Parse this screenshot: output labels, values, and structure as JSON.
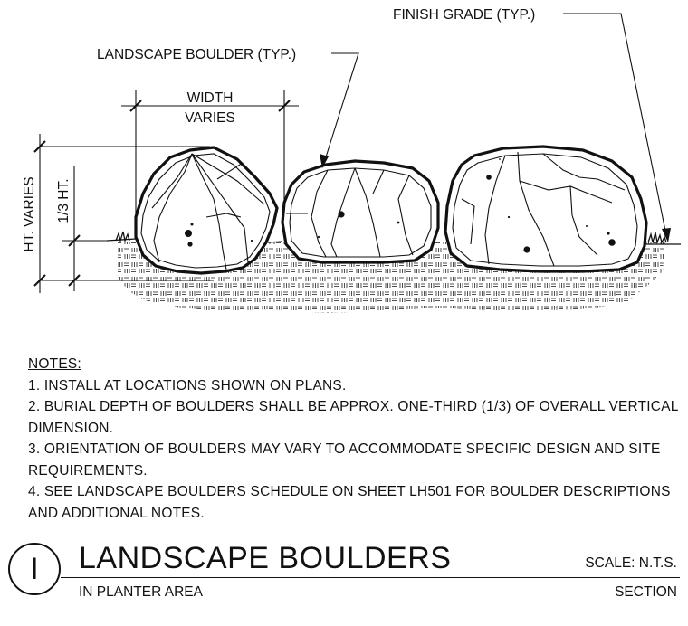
{
  "callouts": {
    "finish_grade": "FINISH GRADE (TYP.)",
    "boulder": "LANDSCAPE BOULDER (TYP.)",
    "width_line1": "WIDTH",
    "width_line2": "VARIES",
    "height": "HT. VARIES",
    "burial": "1/3 HT."
  },
  "notes": {
    "heading": "NOTES:",
    "items": [
      "1.  INSTALL AT LOCATIONS SHOWN ON PLANS.",
      "2.  BURIAL DEPTH OF BOULDERS SHALL BE APPROX. ONE-THIRD (1/3) OF OVERALL VERTICAL DIMENSION.",
      "3.  ORIENTATION OF BOULDERS MAY VARY TO ACCOMMODATE SPECIFIC DESIGN AND SITE REQUIREMENTS.",
      "4.  SEE LANDSCAPE BOULDERS SCHEDULE ON SHEET LH501 FOR BOULDER DESCRIPTIONS AND ADDITIONAL NOTES."
    ]
  },
  "title_block": {
    "detail_number": "I",
    "title": "LANDSCAPE BOULDERS",
    "subtitle": "IN PLANTER AREA",
    "scale": "SCALE: N.T.S.",
    "view_type": "SECTION"
  }
}
